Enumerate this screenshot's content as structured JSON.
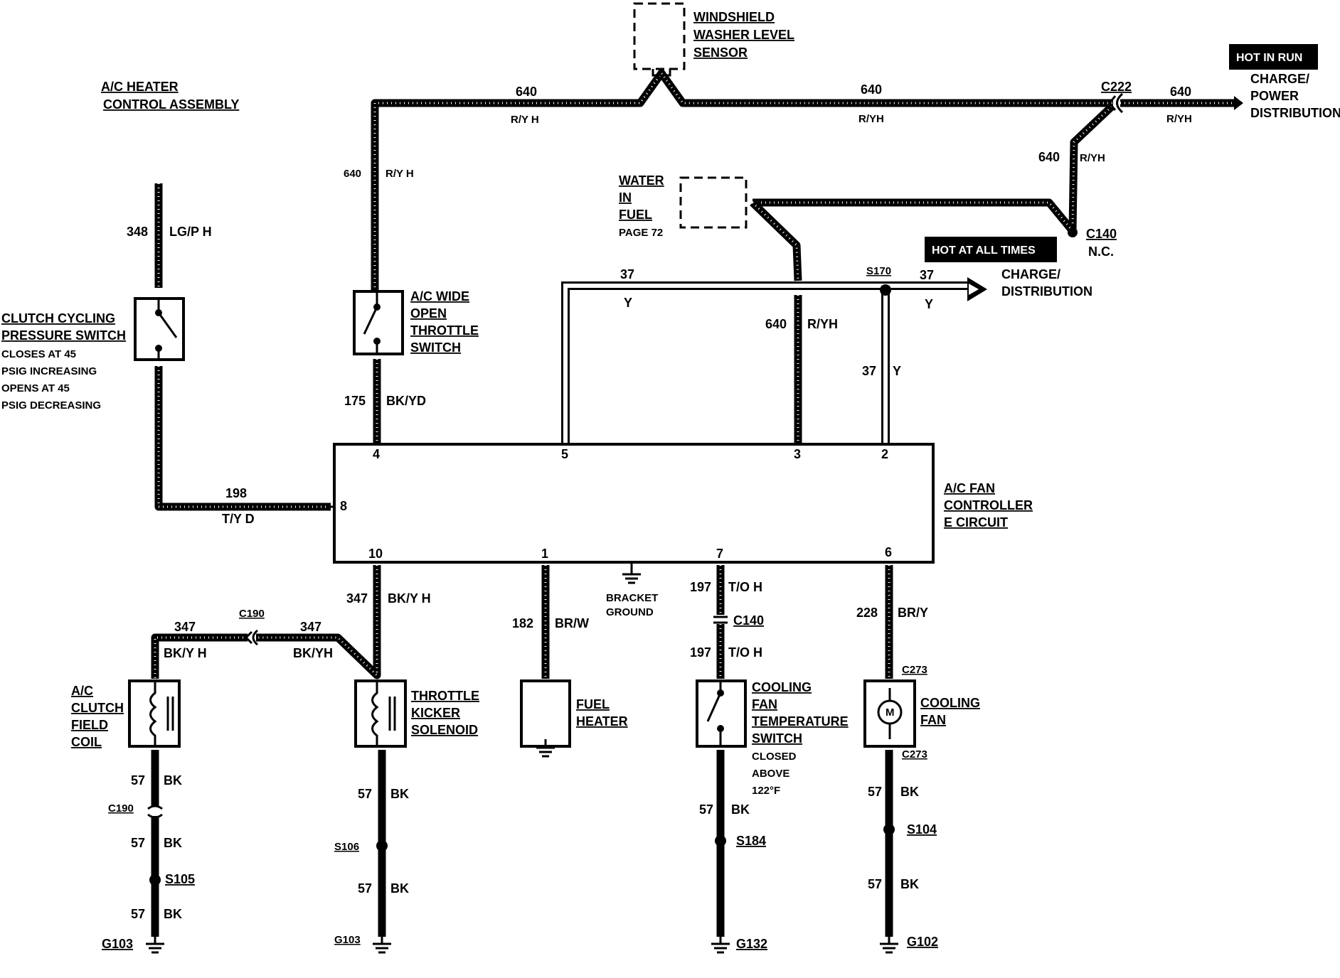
{
  "title": [
    "A/C HEATER",
    "CONTROL  ASSEMBLY"
  ],
  "badges": {
    "hot_in_run": "HOT IN RUN",
    "hot_all_times": "HOT AT ALL TIMES"
  },
  "components": {
    "windshield": [
      "WINDSHIELD",
      "WASHER LEVEL",
      "SENSOR"
    ],
    "charge_power": [
      "CHARGE/",
      "POWER",
      "DISTRIBUTION"
    ],
    "water_fuel": [
      "WATER",
      "IN",
      "FUEL"
    ],
    "water_fuel_page": "PAGE 72",
    "charge_dist": [
      "CHARGE/",
      "DISTRIBUTION"
    ],
    "clutch_cycling": [
      "CLUTCH CYCLING",
      "PRESSURE SWITCH"
    ],
    "clutch_notes": [
      "CLOSES AT 45",
      "PSIG INCREASING",
      "OPENS AT 45",
      "PSIG DECREASING"
    ],
    "ac_wide": [
      "A/C WIDE",
      "OPEN",
      "THROTTLE",
      "SWITCH"
    ],
    "fan_controller": [
      "A/C FAN",
      "CONTROLLER",
      "E CIRCUIT"
    ],
    "bracket_ground": [
      "BRACKET",
      "GROUND"
    ],
    "ac_clutch": [
      "A/C",
      "CLUTCH",
      "FIELD",
      "COIL"
    ],
    "throttle_kicker": [
      "THROTTLE",
      "KICKER",
      "SOLENOID"
    ],
    "fuel_heater": [
      "FUEL",
      "HEATER"
    ],
    "cooling_switch": [
      "COOLING",
      "FAN",
      "TEMPERATURE",
      "SWITCH"
    ],
    "cooling_switch_notes": [
      "CLOSED",
      "ABOVE",
      "122°F"
    ],
    "cooling_fan": [
      "COOLING",
      "FAN"
    ],
    "motor_symbol": "M",
    "nc": "N.C."
  },
  "pins": {
    "p4": "4",
    "p5": "5",
    "p3": "3",
    "p2": "2",
    "p8": "8",
    "p10": "10",
    "p1": "1",
    "p7": "7",
    "p6": "6"
  },
  "wires": {
    "w640_top_left_num": "640",
    "w640_top_left_color": "R/Y H",
    "w640_top_mid_num": "640",
    "w640_top_mid_color": "R/YH",
    "w640_top_right_num": "640",
    "w640_top_right_color": "R/YH",
    "w640_vert_right_num": "640",
    "w640_vert_right_color": "R/YH",
    "w640_left_vert_num": "640",
    "w640_left_vert_color": "R/Y H",
    "w348_num": "348",
    "w348_color": "LG/P H",
    "w175_num": "175",
    "w175_color": "BK/YD",
    "w37_top_num": "37",
    "w37_top_color": "Y",
    "w37_right_num": "37",
    "w37_right_color": "Y",
    "w37_vert_num": "37",
    "w37_vert_color": "Y",
    "w640_mid_num": "640",
    "w640_mid_color": "R/YH",
    "w198_num": "198",
    "w198_color": "T/Y D",
    "w347_a_num": "347",
    "w347_a_color": "BK/Y H",
    "w347_b_num": "347",
    "w347_b_color": "BK/Y H",
    "w347_c_num": "347",
    "w347_c_color": "BK/YH",
    "w182_num": "182",
    "w182_color": "BR/W",
    "w197_a_num": "197",
    "w197_a_color": "T/O H",
    "w197_b_num": "197",
    "w197_b_color": "T/O H",
    "w228_num": "228",
    "w228_color": "BR/Y",
    "w57_1_num": "57",
    "w57_1_color": "BK",
    "w57_2_num": "57",
    "w57_2_color": "BK",
    "w57_3_num": "57",
    "w57_3_color": "BK",
    "w57_4_num": "57",
    "w57_4_color": "BK",
    "w57_5_num": "57",
    "w57_5_color": "BK",
    "w57_6_num": "57",
    "w57_6_color": "BK",
    "w57_7_num": "57",
    "w57_7_color": "BK",
    "w57_8_num": "57",
    "w57_8_color": "BK"
  },
  "connectors": {
    "c222": "C222",
    "c140_top": "C140",
    "s170": "S170",
    "c190_a": "C190",
    "c190_b": "C190",
    "c140_mid": "C140",
    "c273_a": "C273",
    "c273_b": "C273",
    "s105": "S105",
    "s106": "S106",
    "s184": "S184",
    "s104": "S104",
    "g103_a": "G103",
    "g103_b": "G103",
    "g132": "G132",
    "g102": "G102"
  }
}
